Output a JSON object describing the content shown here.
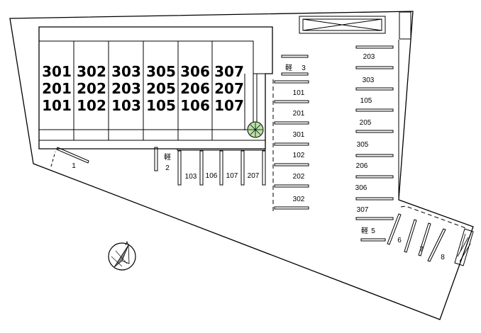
{
  "building": {
    "columns": [
      {
        "units": [
          "301",
          "201",
          "101"
        ]
      },
      {
        "units": [
          "302",
          "202",
          "102"
        ]
      },
      {
        "units": [
          "303",
          "203",
          "103"
        ]
      },
      {
        "units": [
          "305",
          "205",
          "105"
        ]
      },
      {
        "units": [
          "306",
          "206",
          "106"
        ]
      },
      {
        "units": [
          "307",
          "207",
          "107"
        ]
      }
    ]
  },
  "parking": {
    "spot_1": "1",
    "kei_2": {
      "kanji": "軽",
      "num": "2"
    },
    "kei_3": {
      "kanji": "軽",
      "num": "3"
    },
    "kei_5": {
      "kanji": "軽",
      "num": "5"
    },
    "bottom_row": [
      "103",
      "106",
      "107",
      "207"
    ],
    "middle_column": [
      "101",
      "201",
      "301",
      "102",
      "202",
      "302"
    ],
    "right_column": [
      "203",
      "303",
      "105",
      "205",
      "305",
      "206",
      "306",
      "307"
    ],
    "corner_spots": [
      "6",
      "7",
      "8"
    ]
  },
  "compass": {
    "icon": "north-arrow-icon"
  },
  "icons": {
    "tree": "tree-icon",
    "storage": "storage-box-icon"
  }
}
